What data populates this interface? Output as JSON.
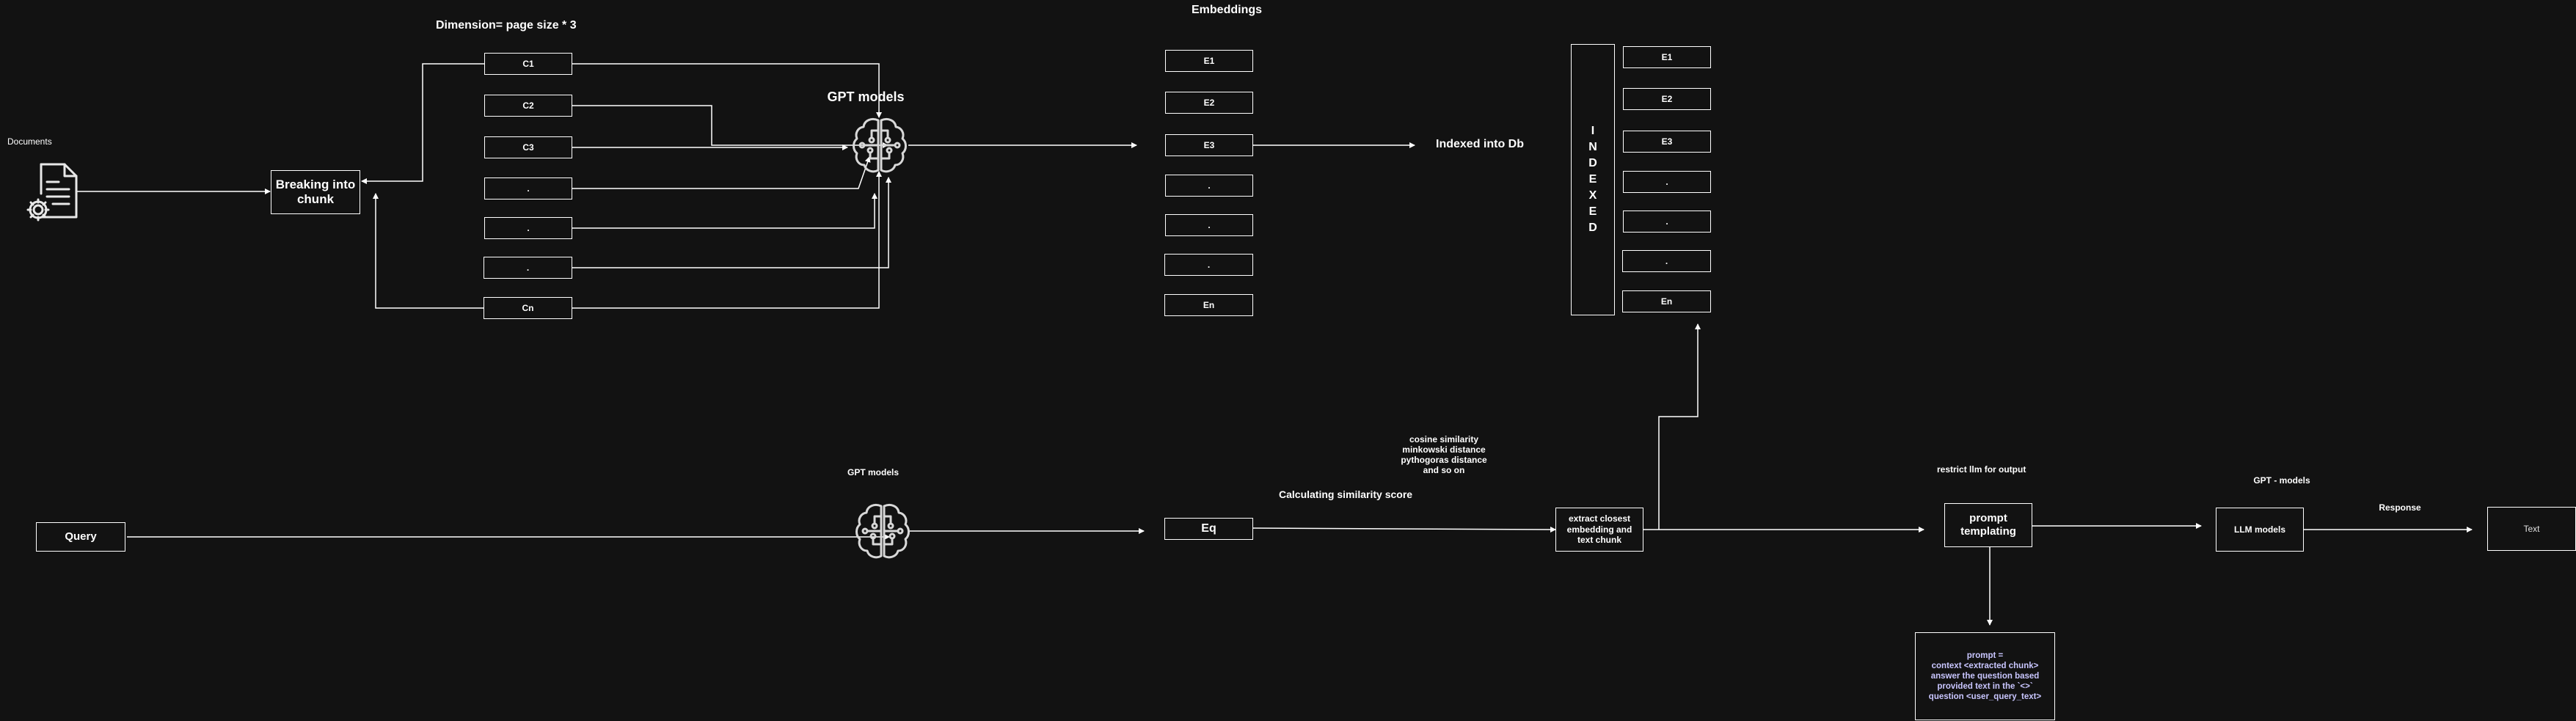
{
  "title_dimension": "Dimension= page size * 3",
  "title_embeddings": "Embeddings",
  "label_documents": "Documents",
  "box_breaking": "Breaking into chunk",
  "chunks": [
    "C1",
    "C2",
    "C3",
    ".",
    ".",
    ".",
    "Cn"
  ],
  "label_gpt_models_top": "GPT models",
  "embeddings": [
    "E1",
    "E2",
    "E3",
    ".",
    ".",
    ".",
    "En"
  ],
  "label_indexed_into_db": "Indexed into Db",
  "indexed_letters": [
    "I",
    "N",
    "D",
    "E",
    "X",
    "E",
    "D"
  ],
  "indexed_embeddings": [
    "E1",
    "E2",
    "E3",
    ".",
    ".",
    ".",
    "En"
  ],
  "box_query": "Query",
  "label_gpt_models_bottom": "GPT models",
  "box_eq": "Eq",
  "label_calculating_similarity": "Calculating similarity score",
  "similarity_methods": [
    "cosine similarity",
    "minkowski distance",
    "pythogoras distance",
    "and so on"
  ],
  "box_extract": "extract closest embedding and text chunk",
  "label_restrict": "restrict llm for output",
  "box_prompt_templating": "prompt templating",
  "prompt_note_lines": [
    "prompt =",
    "context <extracted chunk>",
    "answer the question based",
    "provided text in the `<>`",
    "question <user_query_text>"
  ],
  "label_gpt_models_right": "GPT - models",
  "box_llm": "LLM models",
  "label_response": "Response",
  "box_text": "Text",
  "icons": [
    "document-settings-icon",
    "brain-circuit-icon"
  ],
  "colors": {
    "background": "#121212",
    "stroke": "#ffffff",
    "prompt_text": "#c9c6ff"
  }
}
